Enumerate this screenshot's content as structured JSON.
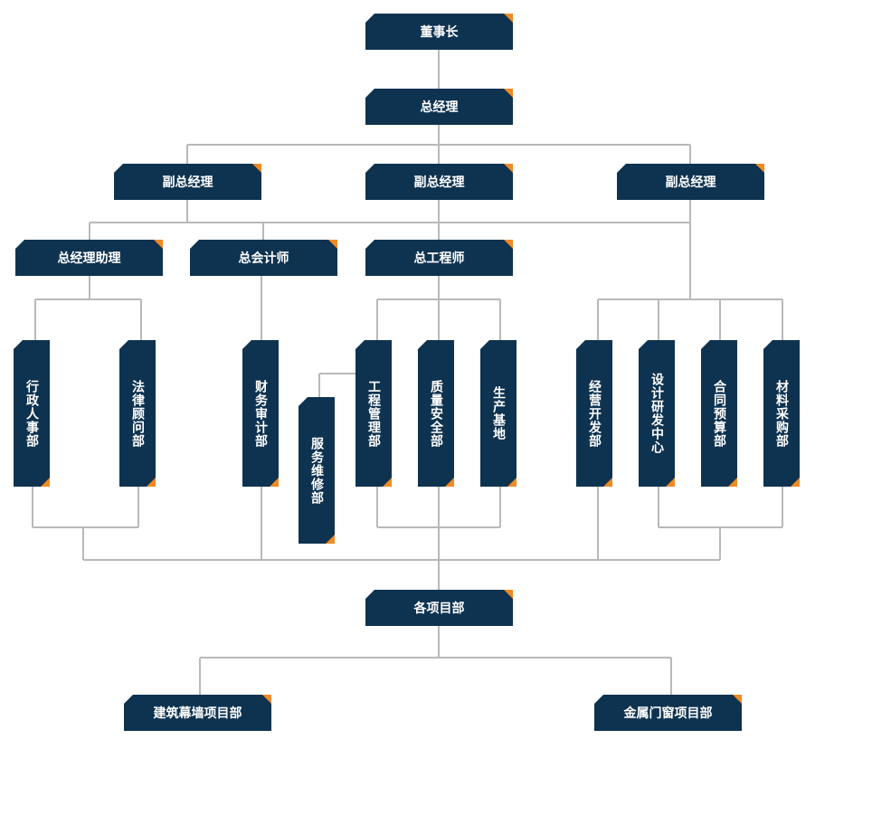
{
  "nodes": {
    "chairman": "董事长",
    "general_manager": "总经理",
    "deputy_gm_left": "副总经理",
    "deputy_gm_center": "副总经理",
    "deputy_gm_right": "副总经理",
    "gm_assistant": "总经理助理",
    "chief_accountant": "总会计师",
    "chief_engineer": "总工程师",
    "admin_hr": "行政人事部",
    "legal_counsel": "法律顾问部",
    "finance_audit": "财务审计部",
    "service_maintenance": "服务维修部",
    "engineering_management": "工程管理部",
    "quality_safety": "质量安全部",
    "production_base": "生产基地",
    "business_development": "经营开发部",
    "design_rd_center": "设计研发中心",
    "contract_budget": "合同预算部",
    "materials_procurement": "材料采购部",
    "project_departments": "各项目部",
    "curtain_wall_projects": "建筑幕墙项目部",
    "metal_window_projects": "金属门窗项目部"
  },
  "colors": {
    "box": "#0e3350",
    "accent": "#f08a24",
    "connector": "#b9b9b9",
    "text": "#ffffff"
  }
}
